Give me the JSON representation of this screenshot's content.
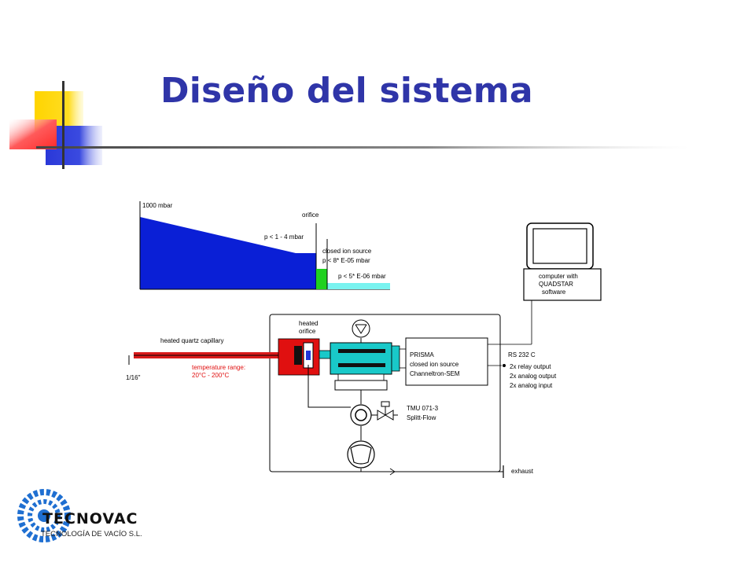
{
  "slide": {
    "title": "Diseño del sistema"
  },
  "diagram": {
    "pressure_1000": "1000 mbar",
    "orifice": "orifice",
    "pressure_1_4": "p < 1 - 4 mbar",
    "closed_ion_source": "closed ion source",
    "pressure_8e05": "p < 8* E-05 mbar",
    "pressure_5e06": "p < 5* E-06 mbar",
    "computer_line1": "computer with",
    "computer_line2": "QUADSTAR",
    "computer_line3": "software",
    "heated_orifice_1": "heated",
    "heated_orifice_2": "orifice",
    "heated_quartz_capillary": "heated quartz capillary",
    "fitting_size": "1/16\"",
    "temperature_range_label": "temperature range:",
    "temperature_range_value": "20°C - 200°C",
    "prisma_1": "PRISMA",
    "prisma_2": "closed ion source",
    "prisma_3": "Channeltron-SEM",
    "rs232": "RS 232 C",
    "relay_output": "2x  relay output",
    "analog_output": "2x  analog output",
    "analog_input": "2x  analog input",
    "tmu_1": "TMU 071-3",
    "tmu_2": "Splitt-Flow",
    "exhaust": "exhaust"
  },
  "logo": {
    "name": "TECNOVAC",
    "tagline": "TECNOLOGÍA DE VACÍO S.L."
  },
  "colors": {
    "title": "#2f35a8",
    "pressure_fill": "#0a1fd6",
    "ion_source_green": "#1fd11f",
    "low_pressure_cyan": "#79f3f0",
    "heater_red": "#e01010",
    "quadrupole_cyan": "#19c9c9",
    "temperature_text": "#e01010",
    "logo_blue": "#1f6fd1"
  }
}
